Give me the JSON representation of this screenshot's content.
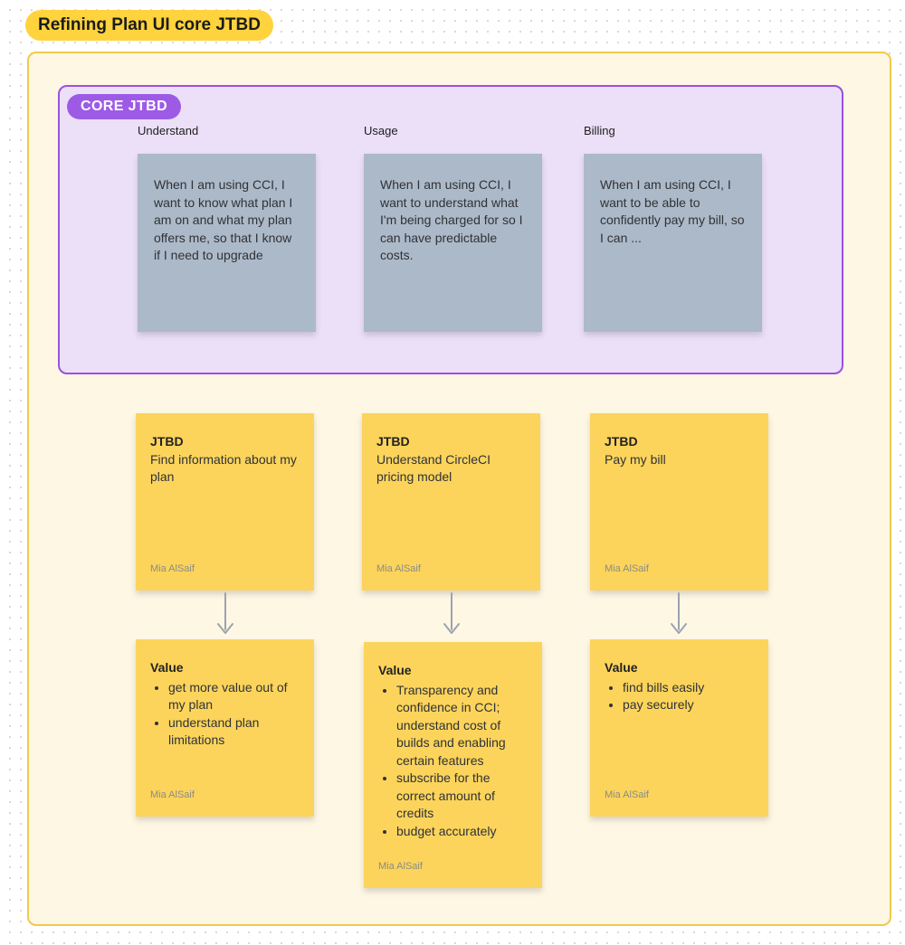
{
  "page_title": "Refining Plan UI core JTBD",
  "board": {
    "section_label": "CORE JTBD",
    "columns": [
      {
        "header": "Understand",
        "note": "When I am using CCI, I want to know what plan I am on and what my plan offers me, so that I know if I need to upgrade"
      },
      {
        "header": "Usage",
        "note": "When I am using CCI, I want to understand what I'm being charged for so I can have predictable costs."
      },
      {
        "header": "Billing",
        "note": "When I am using CCI, I want to be able to confidently pay my bill, so I can ..."
      }
    ],
    "jtbd_notes": [
      {
        "title": "JTBD",
        "body": "Find information about my plan",
        "author": "Mia AlSaif"
      },
      {
        "title": "JTBD",
        "body": "Understand CircleCI pricing model",
        "author": "Mia AlSaif"
      },
      {
        "title": "JTBD",
        "body": "Pay my bill",
        "author": "Mia AlSaif"
      }
    ],
    "value_notes": [
      {
        "title": "Value",
        "bullets": [
          "get more value out of my plan",
          "understand plan limitations"
        ],
        "author": "Mia AlSaif"
      },
      {
        "title": "Value",
        "bullets": [
          "Transparency and confidence in CCI; understand cost of builds and enabling certain features",
          "subscribe for the correct amount of credits",
          "budget accurately"
        ],
        "author": "Mia AlSaif"
      },
      {
        "title": "Value",
        "bullets": [
          "find bills easily",
          "pay securely"
        ],
        "author": "Mia AlSaif"
      }
    ]
  },
  "colors": {
    "accent_yellow": "#FFD33D",
    "frame_fill": "#FEF7E4",
    "frame_border": "#F2C94C",
    "section_border": "#9B51E0",
    "section_fill": "#EBE0F8",
    "section_pill_fill": "#9D5BE5",
    "sticky_gray": "#ACB9C8",
    "sticky_yellow": "#FCD45B",
    "connector_gray": "#9CA3AF"
  }
}
